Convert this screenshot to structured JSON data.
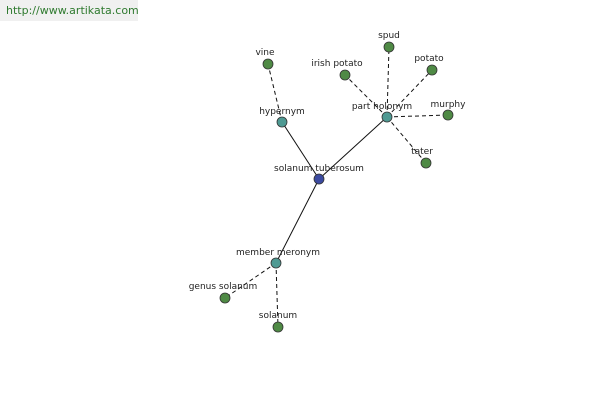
{
  "header": {
    "url": "http://www.artikata.com"
  },
  "colors": {
    "center": "#3b4aa0",
    "relation": "#4f9a93",
    "leaf": "#4f8a45",
    "stroke": "#333333",
    "edge": "#111111"
  },
  "graph": {
    "nodes": [
      {
        "id": "center",
        "label": "solanum tuberosum",
        "kind": "center"
      },
      {
        "id": "hypernym",
        "label": "hypernym",
        "kind": "relation"
      },
      {
        "id": "part_holonym",
        "label": "part holonym",
        "kind": "relation"
      },
      {
        "id": "member_meronym",
        "label": "member meronym",
        "kind": "relation"
      },
      {
        "id": "vine",
        "label": "vine",
        "kind": "leaf"
      },
      {
        "id": "spud",
        "label": "spud",
        "kind": "leaf"
      },
      {
        "id": "irish_potato",
        "label": "irish potato",
        "kind": "leaf"
      },
      {
        "id": "potato",
        "label": "potato",
        "kind": "leaf"
      },
      {
        "id": "murphy",
        "label": "murphy",
        "kind": "leaf"
      },
      {
        "id": "tater",
        "label": "tater",
        "kind": "leaf"
      },
      {
        "id": "genus_solanum",
        "label": "genus solanum",
        "kind": "leaf"
      },
      {
        "id": "solanum",
        "label": "solanum",
        "kind": "leaf"
      }
    ],
    "edges": [
      {
        "from": "center",
        "to": "hypernym",
        "style": "solid"
      },
      {
        "from": "center",
        "to": "part_holonym",
        "style": "solid"
      },
      {
        "from": "center",
        "to": "member_meronym",
        "style": "solid"
      },
      {
        "from": "hypernym",
        "to": "vine",
        "style": "dashed"
      },
      {
        "from": "part_holonym",
        "to": "spud",
        "style": "dashed"
      },
      {
        "from": "part_holonym",
        "to": "irish_potato",
        "style": "dashed"
      },
      {
        "from": "part_holonym",
        "to": "potato",
        "style": "dashed"
      },
      {
        "from": "part_holonym",
        "to": "murphy",
        "style": "dashed"
      },
      {
        "from": "part_holonym",
        "to": "tater",
        "style": "dashed"
      },
      {
        "from": "member_meronym",
        "to": "genus_solanum",
        "style": "dashed"
      },
      {
        "from": "member_meronym",
        "to": "solanum",
        "style": "dashed"
      }
    ]
  }
}
